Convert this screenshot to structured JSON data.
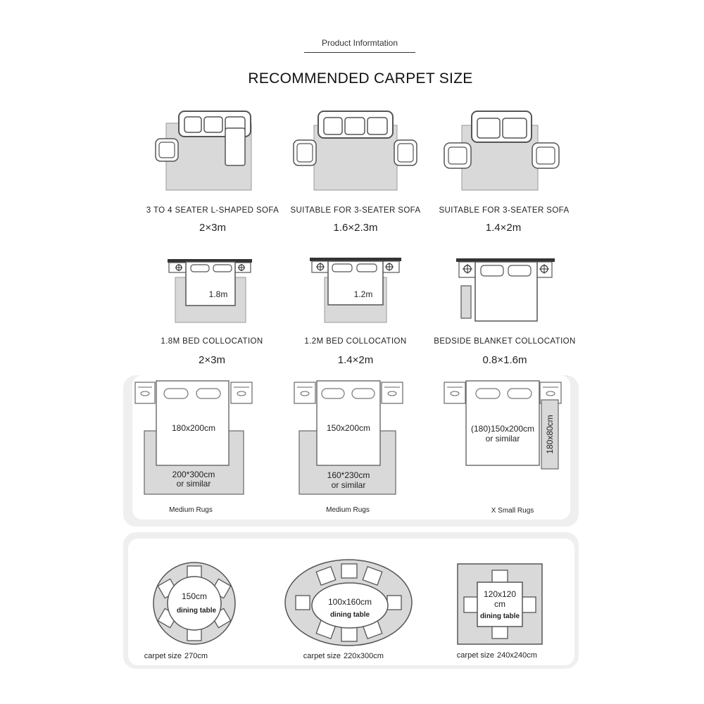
{
  "header": {
    "label": "Product Informtation",
    "title": "RECOMMENDED CARPET SIZE"
  },
  "sofa_section": [
    {
      "caption": "3 TO 4 SEATER L-SHAPED SOFA",
      "size": "2×3m"
    },
    {
      "caption": "SUITABLE FOR 3-SEATER SOFA",
      "size": "1.6×2.3m"
    },
    {
      "caption": "SUITABLE FOR 3-SEATER SOFA",
      "size": "1.4×2m"
    }
  ],
  "bed_section": [
    {
      "inner_label": "1.8m",
      "caption": "1.8M BED COLLOCATION",
      "size": "2×3m"
    },
    {
      "inner_label": "1.2m",
      "caption": "1.2M BED COLLOCATION",
      "size": "1.4×2m"
    },
    {
      "inner_label": "",
      "caption": "BEDSIDE BLANKET COLLOCATION",
      "size": "0.8×1.6m"
    }
  ],
  "bedroom_rugs": [
    {
      "bed_label": "180x200cm",
      "rug_line1": "200*300cm",
      "rug_line2": "or similar",
      "caption": "Medium Rugs"
    },
    {
      "bed_label": "150x200cm",
      "rug_line1": "160*230cm",
      "rug_line2": "or similar",
      "caption": "Medium Rugs"
    },
    {
      "bed_line1": "(180)150x200cm",
      "bed_line2": "or similar",
      "rug_label": "180x80cm",
      "caption": "X Small Rugs"
    }
  ],
  "dining": [
    {
      "table_line1": "150cm",
      "table_line2": "dining table",
      "caption_label": "carpet size",
      "caption_value": "270cm"
    },
    {
      "table_line1": "100x160cm",
      "table_line2": "dining table",
      "caption_label": "carpet size",
      "caption_value": "220x300cm"
    },
    {
      "table_line1": "120x120",
      "table_line2": "cm",
      "table_line3": "dining table",
      "caption_label": "carpet size",
      "caption_value": "240x240cm"
    }
  ],
  "colors": {
    "rug": "#d9d9d9",
    "panel": "#efefef",
    "line": "#555555"
  }
}
